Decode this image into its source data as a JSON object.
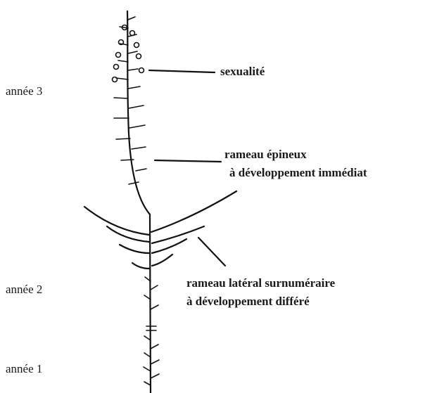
{
  "years": {
    "year3": "année 3",
    "year2": "année 2",
    "year1": "année 1"
  },
  "annotations": {
    "sexuality": "sexualité",
    "spiny_branch_line1": "rameau épineux",
    "spiny_branch_line2": "à développement immédiat",
    "lateral_branch_line1": "rameau latéral surnuméraire",
    "lateral_branch_line2": "à développement différé"
  },
  "colors": {
    "ink": "#111111",
    "background": "#ffffff"
  }
}
